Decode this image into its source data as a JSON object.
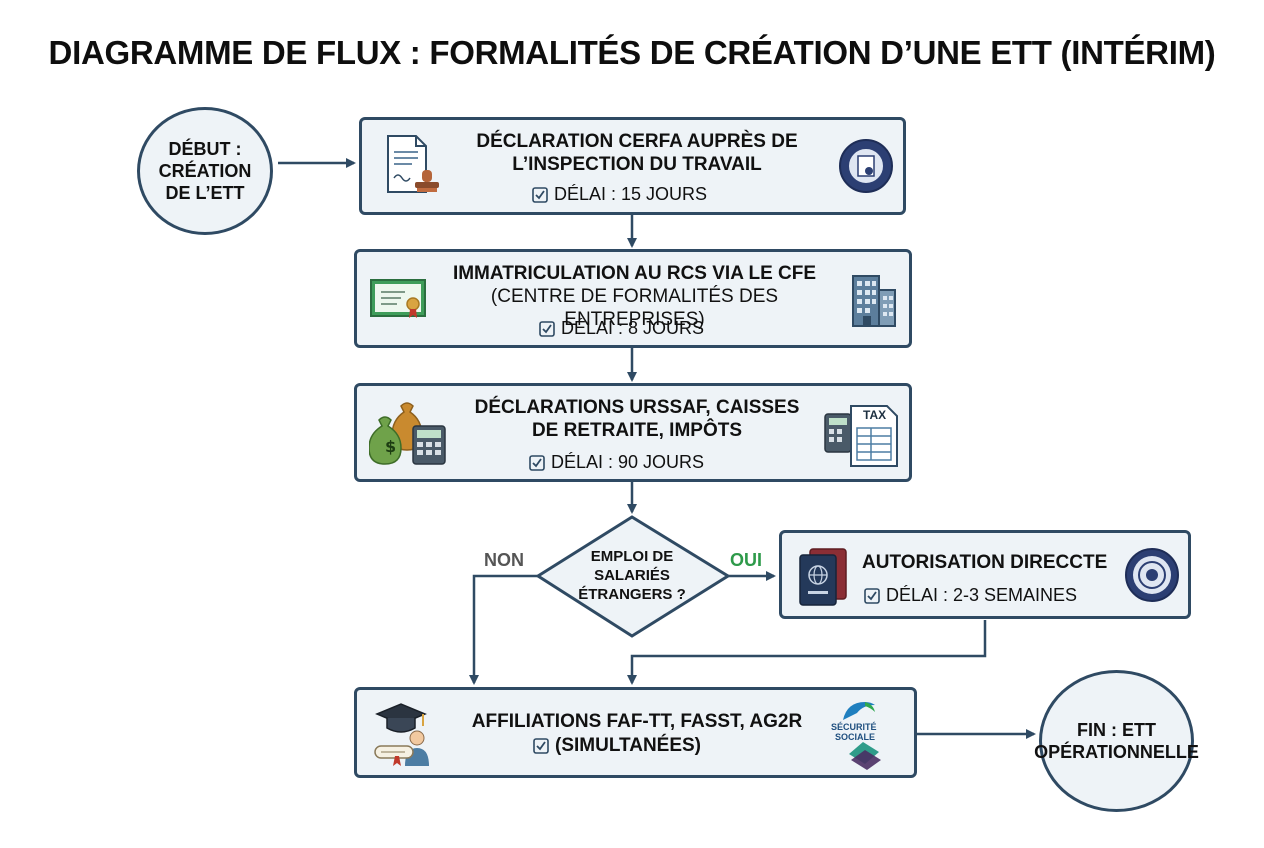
{
  "title": "DIAGRAMME DE FLUX : FORMALITÉS DE CRÉATION D’UNE ETT (INTÉRIM)",
  "start": {
    "line1": "DÉBUT :",
    "line2": "CRÉATION",
    "line3": "DE L’ETT"
  },
  "step1": {
    "line1": "DÉCLARATION CERFA AUPRÈS DE",
    "line2": "L’INSPECTION DU TRAVAIL",
    "delay": "DÉLAI : 15 JOURS",
    "icon_left": "document-stamp-icon",
    "icon_right": "certified-seal-icon"
  },
  "step2": {
    "line1": "IMMATRICULATION AU RCS VIA LE CFE",
    "line2": "(CENTRE DE FORMALITÉS DES ENTREPRISES)",
    "delay": "DÉLAI : 8 JOURS",
    "icon_left": "certificate-icon",
    "icon_right": "building-icon"
  },
  "step3": {
    "line1": "DÉCLARATIONS URSSAF, CAISSES",
    "line2": "DE RETRAITE, IMPÔTS",
    "delay": "DÉLAI : 90 JOURS",
    "icon_left": "money-bags-calculator-icon",
    "icon_right": "tax-form-icon",
    "tax_label": "TAX"
  },
  "decision": {
    "line1": "EMPLOI DE",
    "line2": "SALARIÉS",
    "line3": "ÉTRANGERS ?",
    "no": "NON",
    "yes": "OUI"
  },
  "step4": {
    "line1": "AUTORISATION DIRECCTE",
    "delay": "DÉLAI : 2-3 SEMAINES",
    "icon_left": "passport-icon",
    "icon_right": "official-seal-icon"
  },
  "step5": {
    "line1": "AFFILIATIONS FAF-TT, FASST, AG2R",
    "line2": "(SIMULTANÉES)",
    "icon_left": "graduate-diploma-icon",
    "icon_right": "securite-sociale-logo",
    "logo_text1": "SÉCURITÉ",
    "logo_text2": "SOCIALE"
  },
  "end": {
    "line1": "FIN : ETT",
    "line2": "OPÉRATIONNELLE"
  },
  "colors": {
    "border": "#2f4a63",
    "fill": "#eef3f7",
    "yes": "#2e9a4a",
    "no": "#555555"
  }
}
